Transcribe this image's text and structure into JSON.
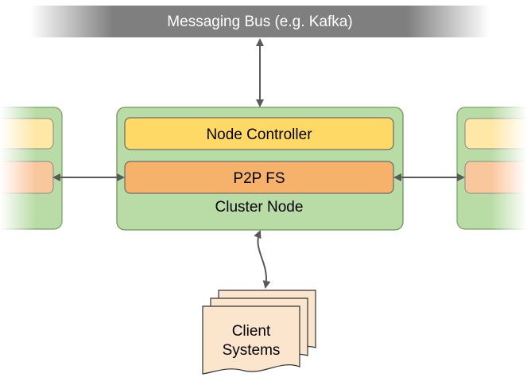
{
  "bus": {
    "label": "Messaging Bus (e.g. Kafka)"
  },
  "cluster_node": {
    "label": "Cluster Node",
    "controller_label": "Node Controller",
    "p2pfs_label": "P2P FS"
  },
  "clients": {
    "line1": "Client",
    "line2": "Systems"
  },
  "colors": {
    "node_fill": "#b9dca6",
    "node_stroke": "#7aa065",
    "controller_fill": "#ffd966",
    "controller_fill_faded": "#ffe7a6",
    "p2p_fill": "#f6b26b",
    "p2p_fill_faded": "#f9c79c",
    "doc_fill": "#fce5cd",
    "bus_gray": "#7f7f7f",
    "arrow": "#595959"
  }
}
